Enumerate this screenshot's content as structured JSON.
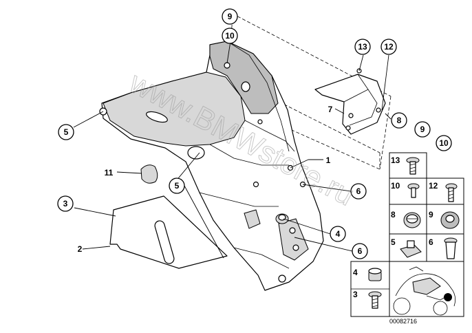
{
  "callouts": {
    "c9_top": "9",
    "c10_top": "10",
    "c13": "13",
    "c12": "12",
    "c7": "7",
    "c8": "8",
    "c9_right": "9",
    "c10_right": "10",
    "c5_left": "5",
    "c1": "1",
    "c11": "11",
    "c5_mid": "5",
    "c6_top": "6",
    "c3": "3",
    "c4": "4",
    "c2": "2",
    "c6_bottom": "6"
  },
  "parts_grid": {
    "cells": [
      "13",
      "10",
      "12",
      "8",
      "9",
      "5",
      "6",
      "4",
      "3"
    ]
  },
  "watermark": "www.BMWstore.ru",
  "reference_number": "00082716"
}
